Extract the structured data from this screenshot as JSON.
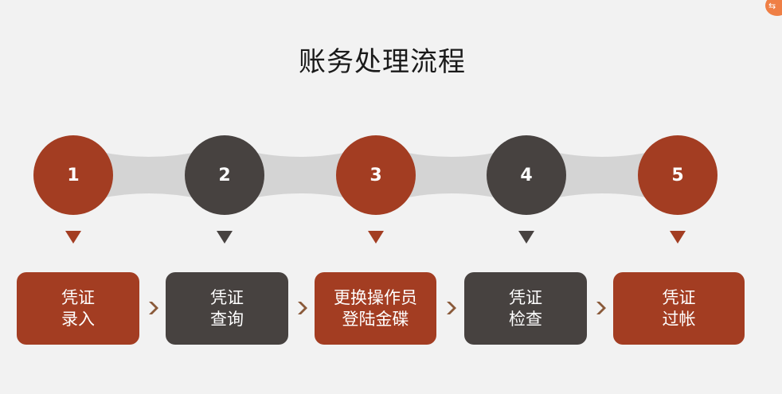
{
  "title": "账务处理流程",
  "colors": {
    "accent": "#a33d22",
    "dark": "#474240",
    "connector": "#d4d4d4",
    "chevron": "#8a5a3a"
  },
  "steps": [
    {
      "number": "1",
      "line1": "凭证",
      "line2": "录入",
      "variant": "accent"
    },
    {
      "number": "2",
      "line1": "凭证",
      "line2": "查询",
      "variant": "dark"
    },
    {
      "number": "3",
      "line1": "更换操作员",
      "line2": "登陆金碟",
      "variant": "accent"
    },
    {
      "number": "4",
      "line1": "凭证",
      "line2": "检查",
      "variant": "dark"
    },
    {
      "number": "5",
      "line1": "凭证",
      "line2": "过帐",
      "variant": "accent"
    }
  ]
}
